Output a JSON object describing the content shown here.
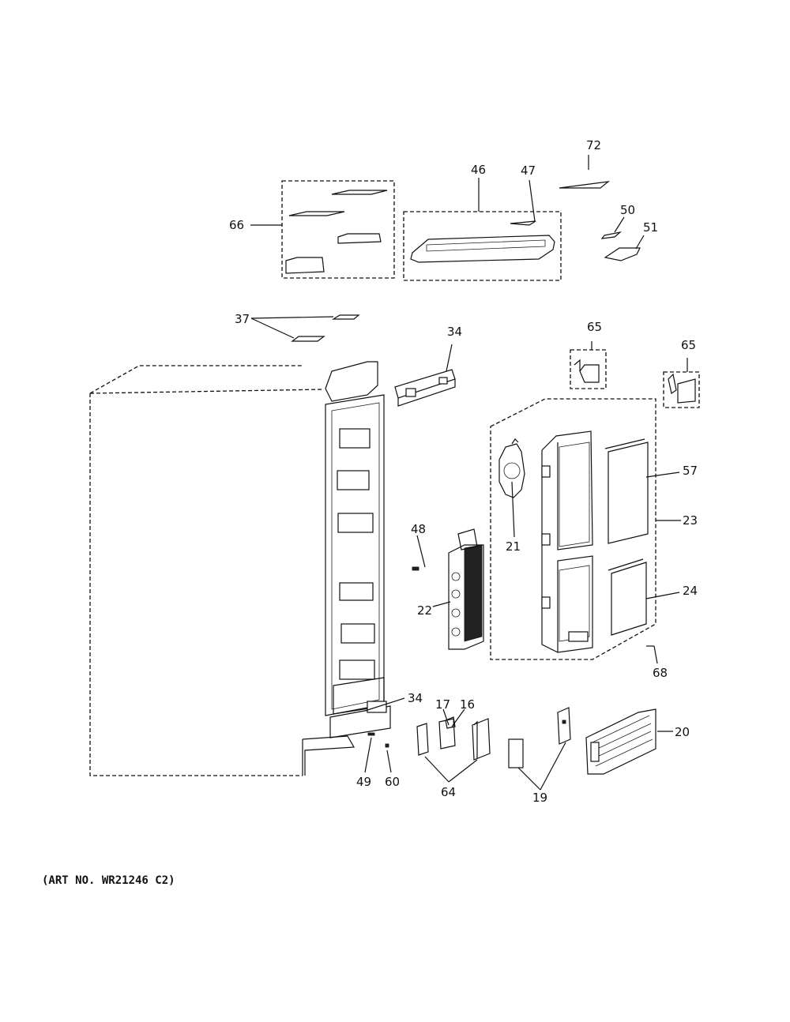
{
  "art_number": "(ART NO. WR21246 C2)",
  "callouts": [
    {
      "id": "72",
      "label": "72"
    },
    {
      "id": "46",
      "label": "46"
    },
    {
      "id": "47",
      "label": "47"
    },
    {
      "id": "66",
      "label": "66"
    },
    {
      "id": "50",
      "label": "50"
    },
    {
      "id": "51",
      "label": "51"
    },
    {
      "id": "37",
      "label": "37"
    },
    {
      "id": "34-top",
      "label": "34"
    },
    {
      "id": "65-left",
      "label": "65"
    },
    {
      "id": "65-right",
      "label": "65"
    },
    {
      "id": "57",
      "label": "57"
    },
    {
      "id": "23",
      "label": "23"
    },
    {
      "id": "21",
      "label": "21"
    },
    {
      "id": "48",
      "label": "48"
    },
    {
      "id": "22",
      "label": "22"
    },
    {
      "id": "24",
      "label": "24"
    },
    {
      "id": "68",
      "label": "68"
    },
    {
      "id": "34-bottom",
      "label": "34"
    },
    {
      "id": "17",
      "label": "17"
    },
    {
      "id": "16",
      "label": "16"
    },
    {
      "id": "20",
      "label": "20"
    },
    {
      "id": "49",
      "label": "49"
    },
    {
      "id": "60",
      "label": "60"
    },
    {
      "id": "64",
      "label": "64"
    },
    {
      "id": "19",
      "label": "19"
    }
  ]
}
